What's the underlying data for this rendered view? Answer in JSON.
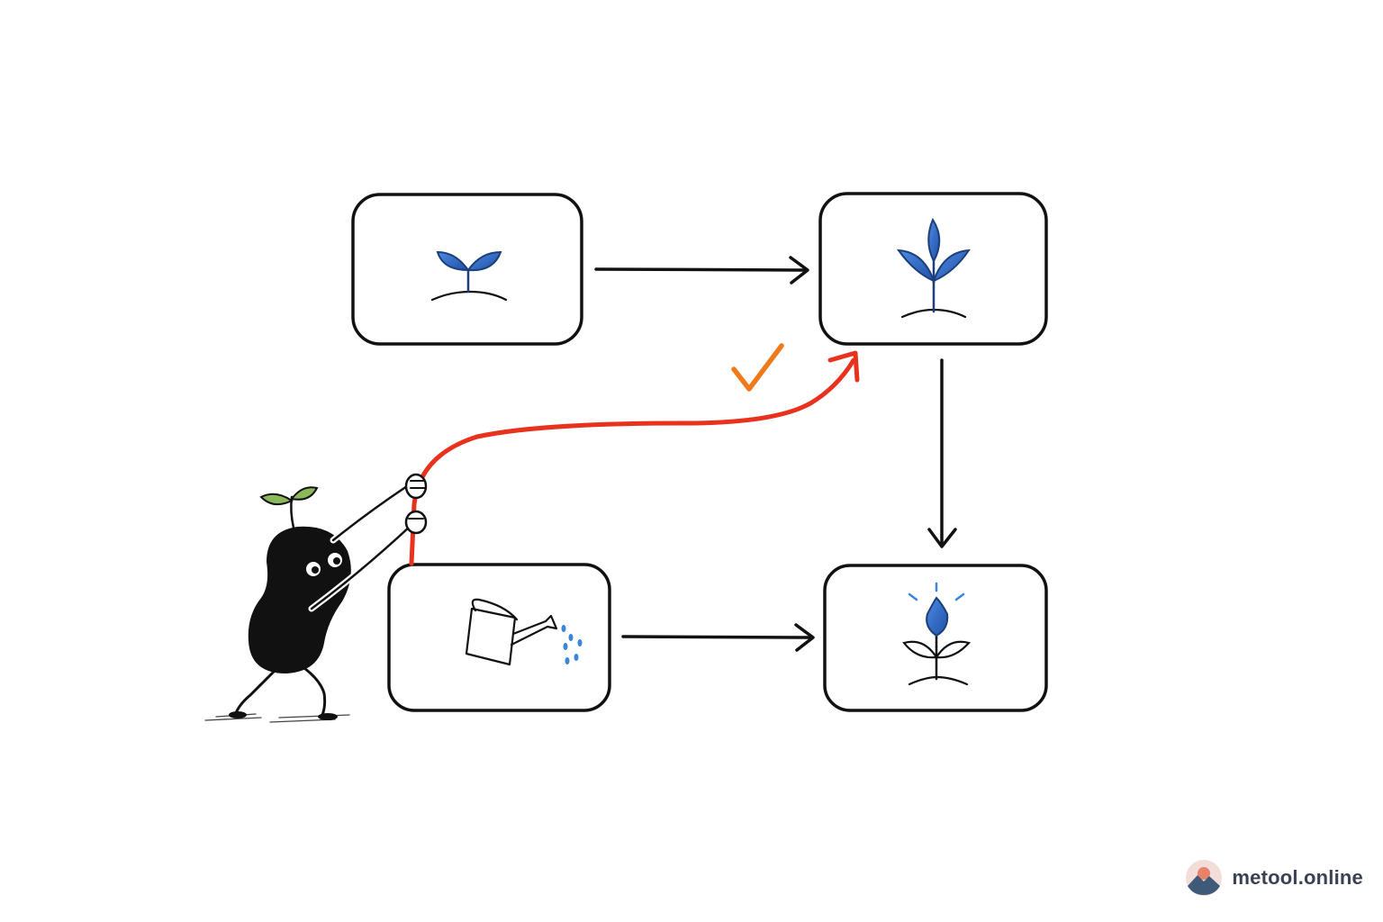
{
  "diagram": {
    "nodes": [
      {
        "id": "seedling",
        "icon": "seedling-icon"
      },
      {
        "id": "young-plant",
        "icon": "young-plant-icon"
      },
      {
        "id": "watering",
        "icon": "watering-can-icon"
      },
      {
        "id": "sprouting-bud",
        "icon": "sprouting-bud-icon"
      }
    ],
    "edges": [
      {
        "from": "seedling",
        "to": "young-plant",
        "color": "#111111"
      },
      {
        "from": "young-plant",
        "to": "sprouting-bud",
        "color": "#111111"
      },
      {
        "from": "watering",
        "to": "sprouting-bud",
        "color": "#111111"
      },
      {
        "from": "watering",
        "to": "young-plant",
        "color": "#e8321e",
        "style": "curved-shortcut"
      }
    ],
    "check_mark_color": "#f07a1a",
    "icon_accent_color": "#2a62c0",
    "character": "bean-character-pulling-arrow"
  },
  "watermark": {
    "text": "metool.online"
  }
}
